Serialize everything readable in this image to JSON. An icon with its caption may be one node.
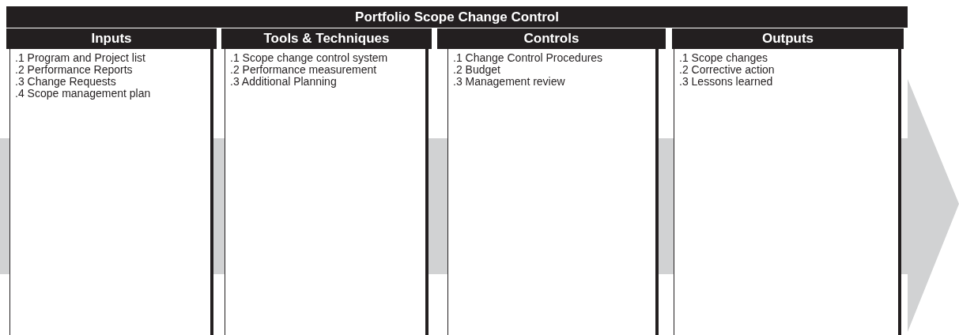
{
  "diagram": {
    "title": "Portfolio Scope Change Control",
    "nodes": [
      {
        "text": [
          "Inputs",
          ".1 Program and Project list",
          ".2 Performance Reports",
          ".3 Change Requests",
          ".4 Scope management plan"
        ]
      },
      {
        "text": [
          "Tools & Techniques",
          ".1 Scope change control system",
          ".2 Performance measurement",
          ".3 Additional Planning"
        ]
      },
      {
        "text": [
          "Controls",
          ".1 Change Control Procedures",
          ".2 Budget",
          ".3 Management review"
        ]
      },
      {
        "text": [
          "Outputs",
          ".1 Scope changes",
          ".2 Corrective action",
          ".3 Lessons learned"
        ]
      }
    ]
  }
}
